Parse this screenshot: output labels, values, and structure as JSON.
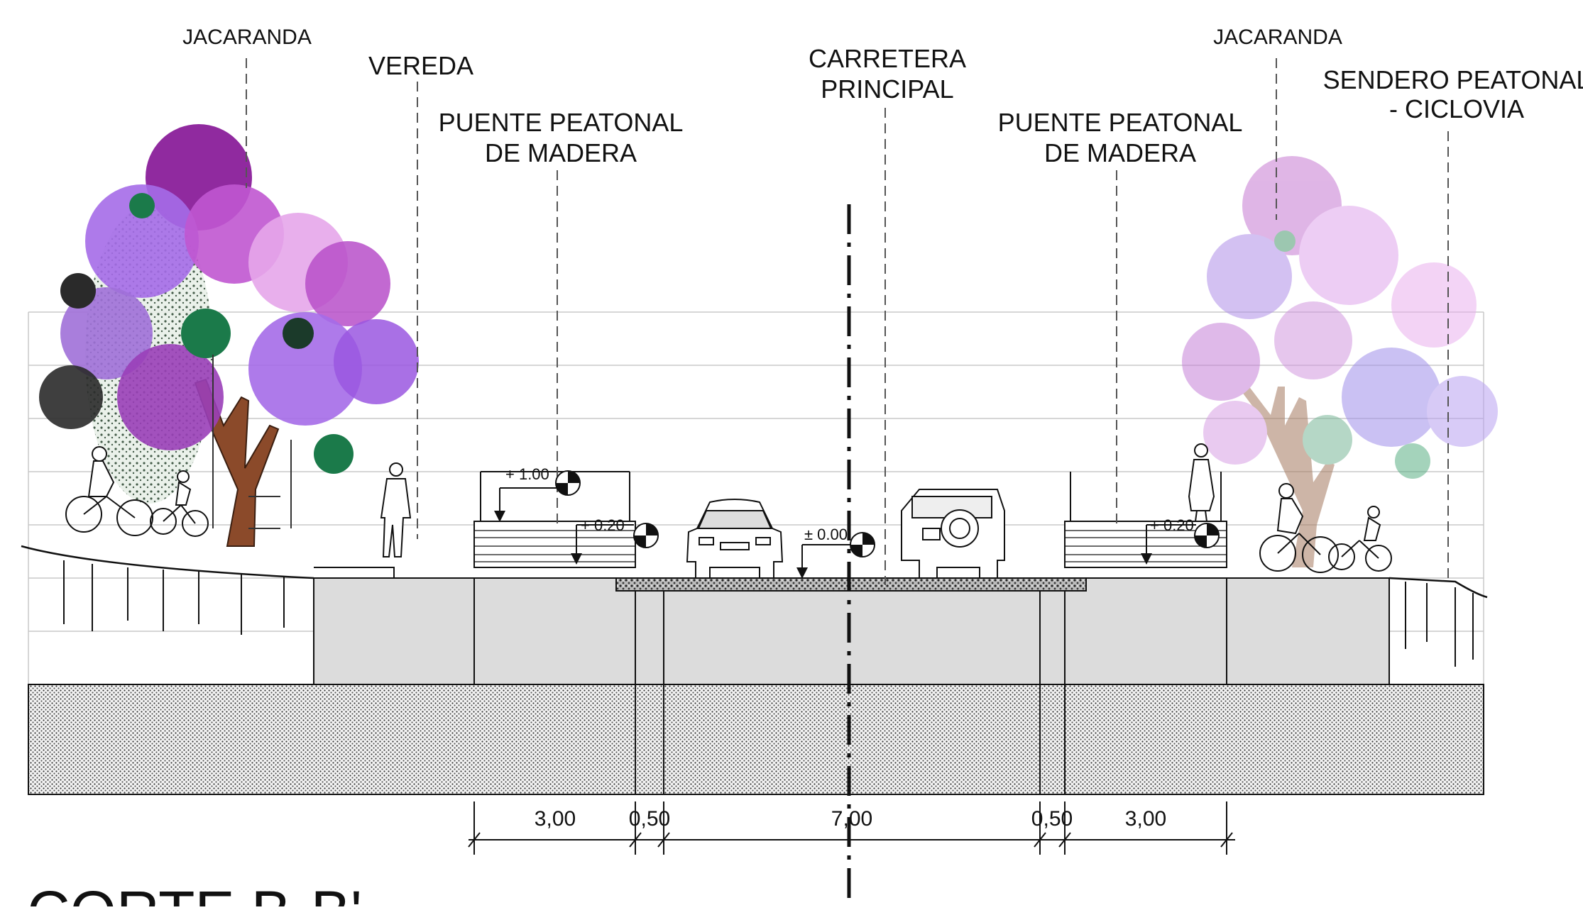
{
  "section_title": "CORTE B-B'",
  "labels": {
    "jacaranda_left": "JACARANDA",
    "vereda": "VEREDA",
    "puente_left_line1": "PUENTE PEATONAL",
    "puente_left_line2": "DE MADERA",
    "carretera_line1": "CARRETERA",
    "carretera_line2": "PRINCIPAL",
    "puente_right_line1": "PUENTE PEATONAL",
    "puente_right_line2": "DE MADERA",
    "jacaranda_right": "JACARANDA",
    "sendero_line1": "SENDERO PEATONAL",
    "sendero_line2": "- CICLOVIA"
  },
  "levels": {
    "left_high": "+ 1.00",
    "left_low": "+ 0.20",
    "center": "± 0.00",
    "right_low": "+ 0.20"
  },
  "dimensions": [
    "3,00",
    "0,50",
    "7,00",
    "0,50",
    "3,00"
  ],
  "colors": {
    "line": "#111111",
    "guide": "#bbbbbb",
    "ground_fill": "#dcdcdc",
    "hatch": "#555555",
    "foliage_purple": "#8a1f9a",
    "foliage_violet": "#a56be8",
    "foliage_pink": "#e6a6ea",
    "foliage_green": "#1b7a4a",
    "trunk": "#8b4a2a"
  },
  "icons": [
    "tree-jacaranda",
    "cyclist",
    "pedestrian",
    "car-front",
    "suv-rear",
    "level-marker"
  ]
}
